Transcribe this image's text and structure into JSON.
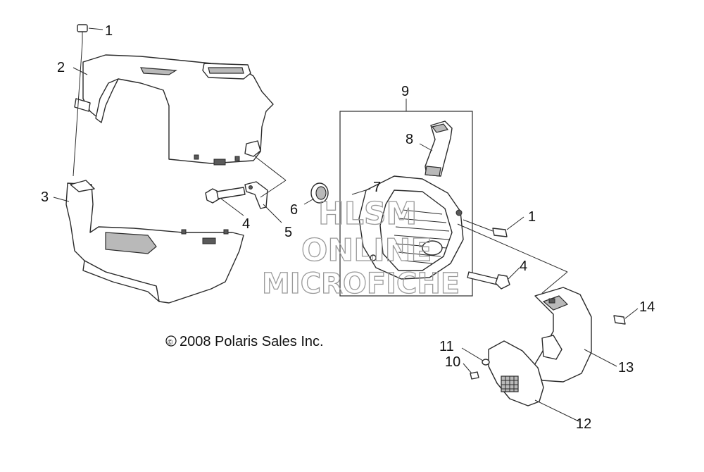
{
  "callouts": {
    "c1a": "1",
    "c2": "2",
    "c3": "3",
    "c4a": "4",
    "c5": "5",
    "c6": "6",
    "c7": "7",
    "c8": "8",
    "c9": "9",
    "c1b": "1",
    "c4b": "4",
    "c14": "14",
    "c11": "11",
    "c10": "10",
    "c13": "13",
    "c12": "12"
  },
  "copyright": "2008 Polaris Sales Inc.",
  "copyright_symbol": "©",
  "watermark": {
    "line1": "HLSM",
    "line2": "ONLINE",
    "line3": "MICROFICHE"
  }
}
